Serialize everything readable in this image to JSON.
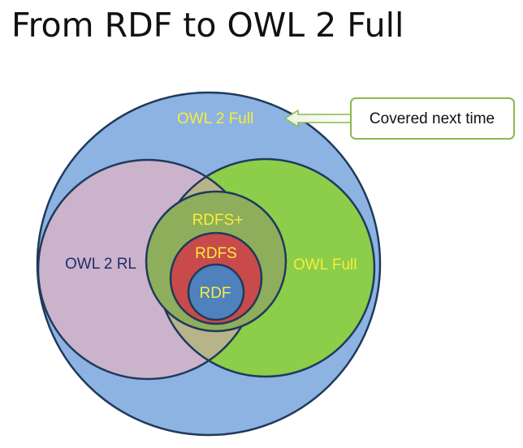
{
  "slide": {
    "title": "From RDF to OWL 2 Full"
  },
  "diagram": {
    "outer_label": "OWL 2 Full",
    "callout": "Covered next time",
    "left_label": "OWL 2 RL",
    "right_label": "OWL Full",
    "ring_rdfs_plus": "RDFS+",
    "ring_rdfs": "RDFS",
    "ring_rdf": "RDF"
  },
  "colors": {
    "outer_fill": "#8db3e2",
    "outline": "#1f3a5c",
    "owl2rl_fill": "#cbb3cc",
    "owlfull_fill": "#8ccd4a",
    "overlap_fill": "#b8b48a",
    "rdfs_plus_fill": "#8fae5c",
    "rdfs_fill": "#c94a4a",
    "rdf_fill": "#4f81bd",
    "label_yellow": "#f6ee3a",
    "label_navy": "#1f2d6b",
    "callout_border": "#8cb84c"
  }
}
